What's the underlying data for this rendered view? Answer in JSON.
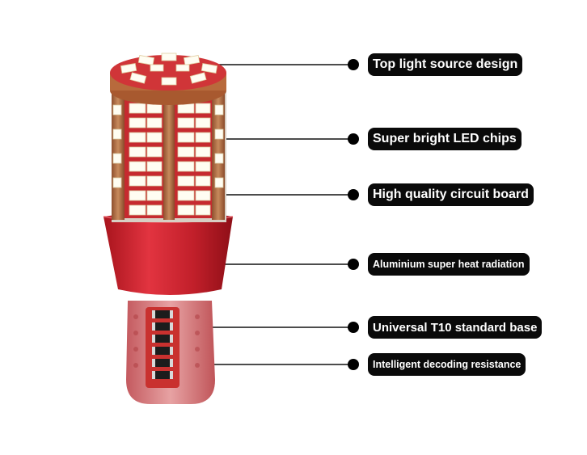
{
  "image": {
    "subject": "T10 LED bulb",
    "colors": {
      "background": "#ffffff",
      "label_bg": "#0a0a0a",
      "label_text": "#ffffff",
      "housing_red": "#d0252f",
      "pcb_brown": "#b97a4f",
      "led_white": "#fffdf2"
    }
  },
  "labels": [
    {
      "text": "Top light source design"
    },
    {
      "text": "Super bright LED chips"
    },
    {
      "text": "High quality circuit board"
    },
    {
      "text": "Aluminium super heat radiation"
    },
    {
      "text": "Universal T10 standard base"
    },
    {
      "text": "Intelligent decoding resistance"
    }
  ]
}
